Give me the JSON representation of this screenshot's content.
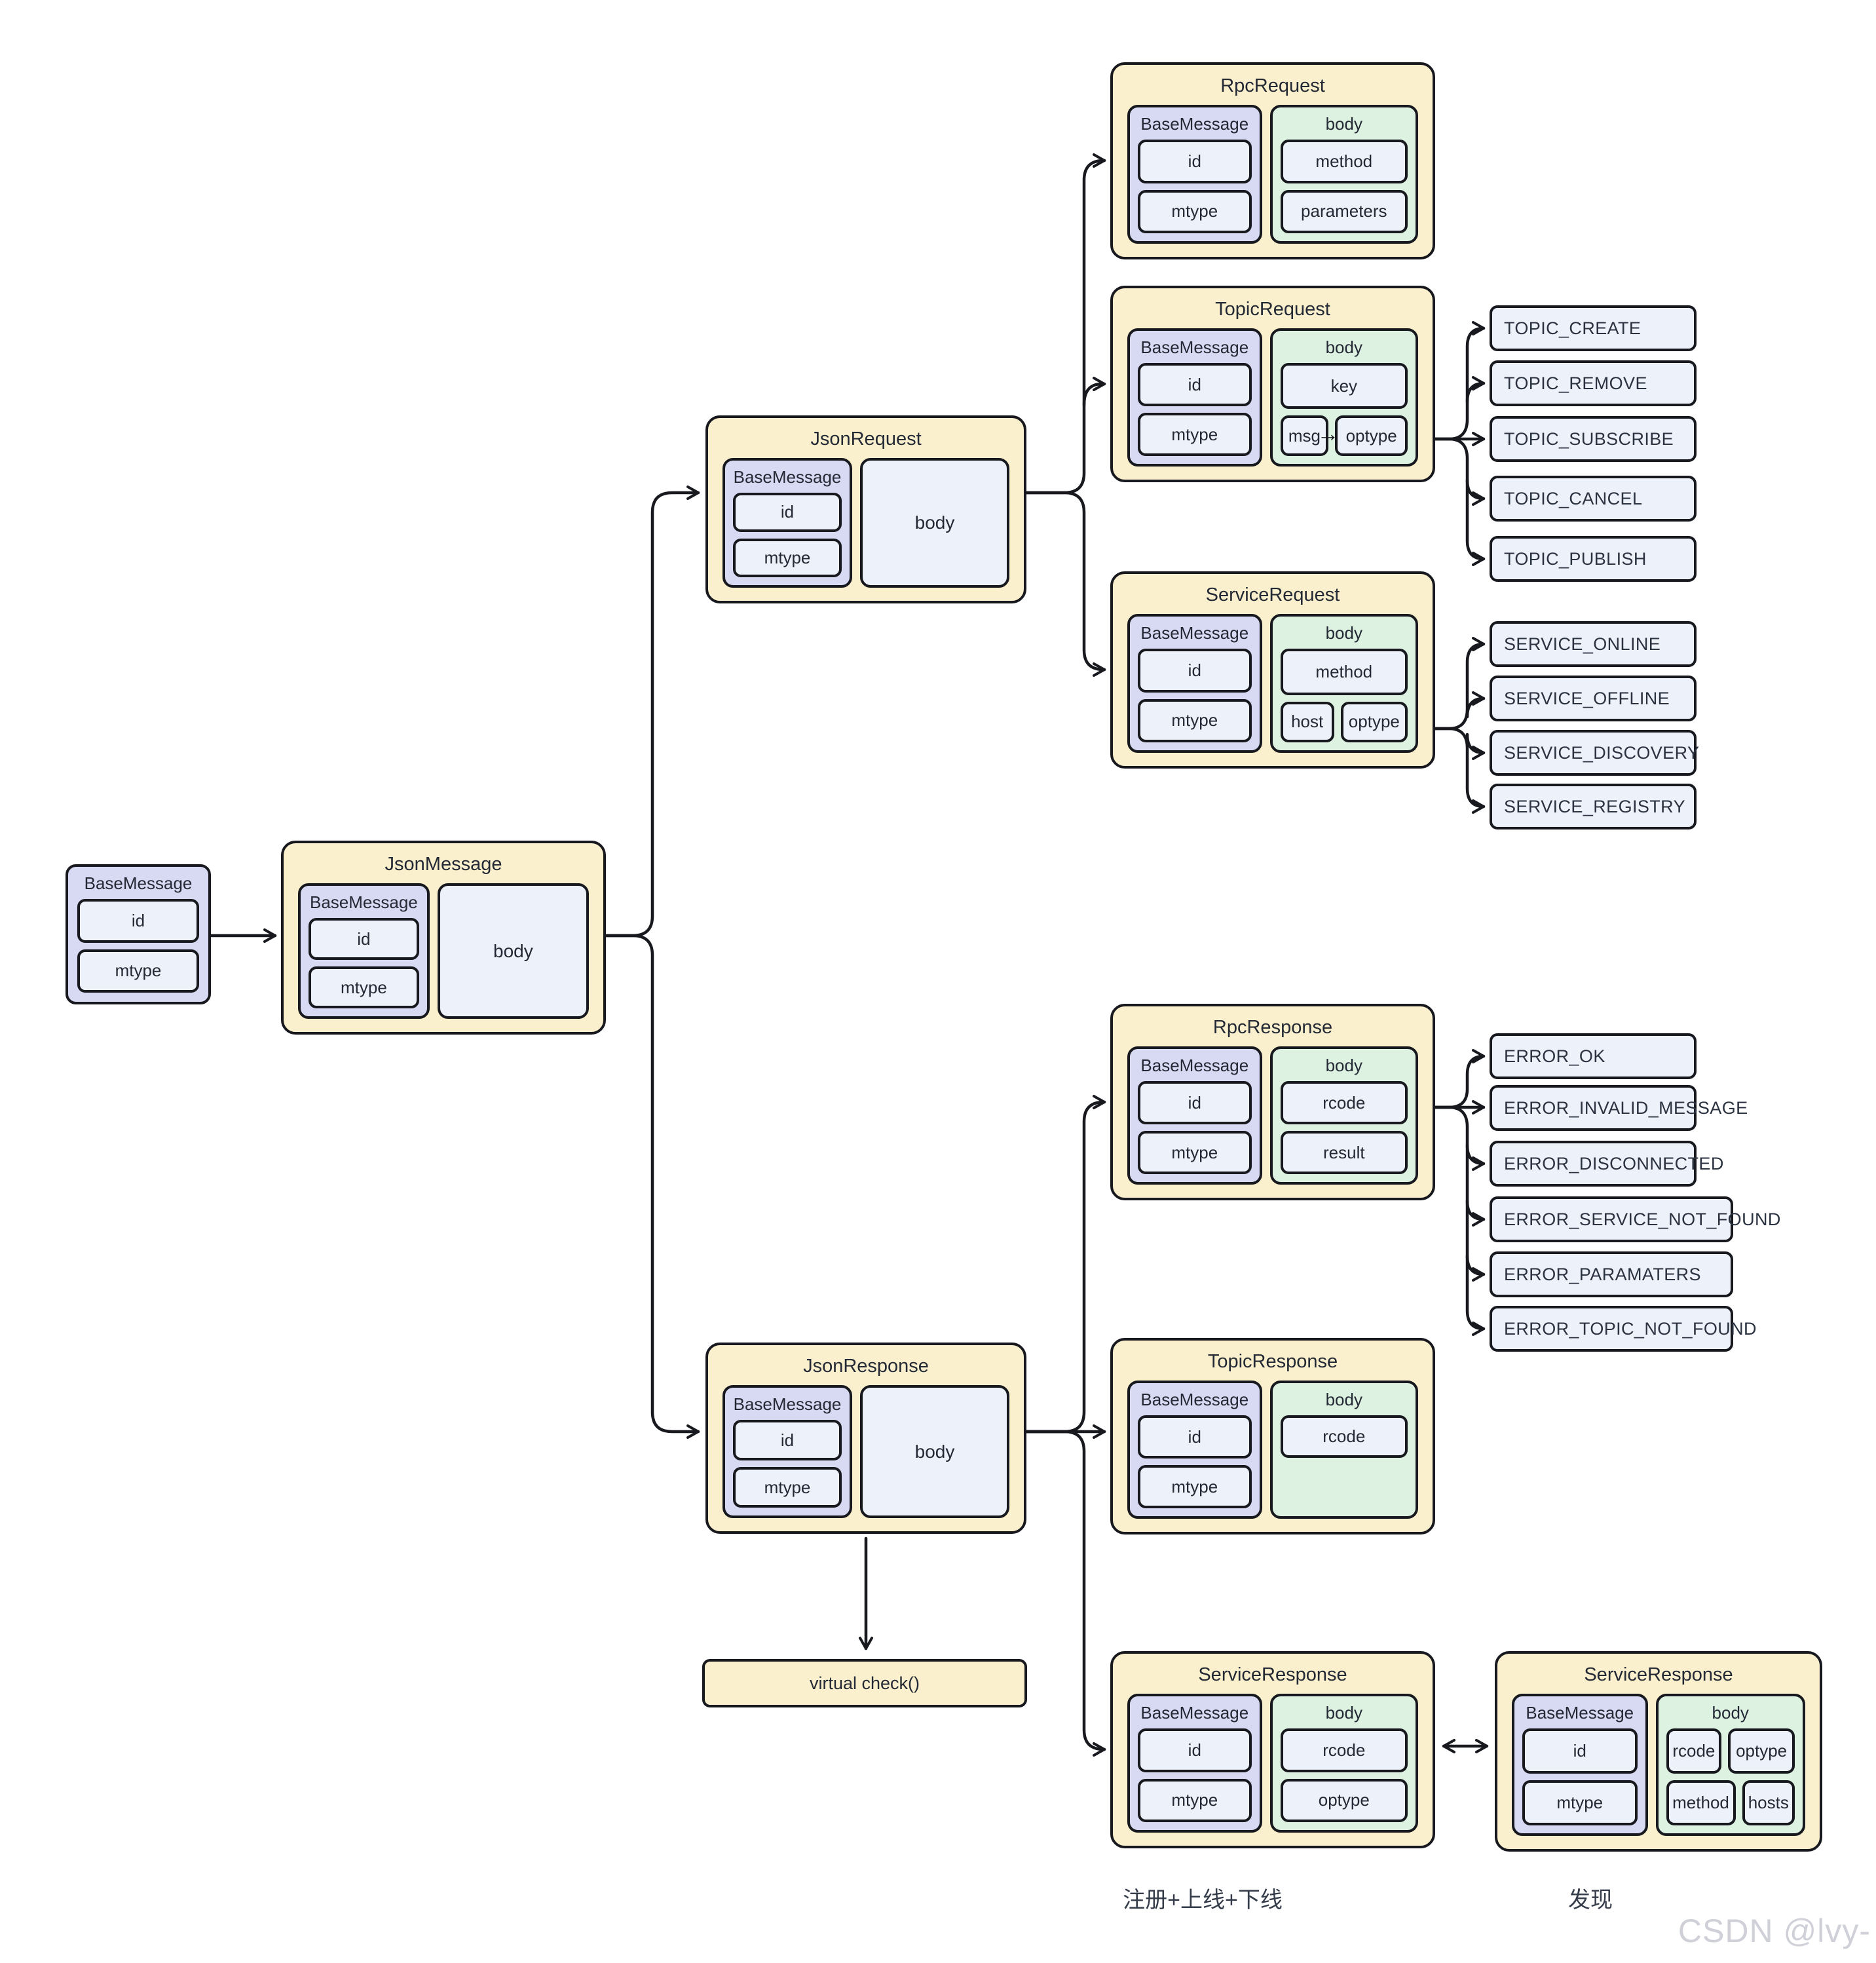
{
  "watermark": "CSDN @lvy-",
  "annotations": {
    "register_label": "注册+上线+下线",
    "discover_label": "发现"
  },
  "virtual_check": {
    "label": "virtual check()"
  },
  "colors": {
    "card_yellow": "#FBF0CD",
    "base_purple": "#D8D9F2",
    "body_green": "#DEF2E2",
    "field_blue": "#ECF1FA",
    "border": "#17191e"
  },
  "cards": {
    "base_message": {
      "title": "BaseMessage",
      "fields": [
        "id",
        "mtype"
      ]
    },
    "json_message": {
      "title": "JsonMessage",
      "base_title": "BaseMessage",
      "base_fields": [
        "id",
        "mtype"
      ],
      "body_label": "body"
    },
    "json_request": {
      "title": "JsonRequest",
      "base_title": "BaseMessage",
      "base_fields": [
        "id",
        "mtype"
      ],
      "body_label": "body"
    },
    "json_response": {
      "title": "JsonResponse",
      "base_title": "BaseMessage",
      "base_fields": [
        "id",
        "mtype"
      ],
      "body_label": "body"
    },
    "rpc_request": {
      "title": "RpcRequest",
      "base_title": "BaseMessage",
      "base_fields": [
        "id",
        "mtype"
      ],
      "body_title": "body",
      "body_fields": [
        "method",
        "parameters"
      ]
    },
    "topic_request": {
      "title": "TopicRequest",
      "base_title": "BaseMessage",
      "base_fields": [
        "id",
        "mtype"
      ],
      "body_title": "body",
      "key_field": "key",
      "msg_field": "msg",
      "optype_field": "optype",
      "inner_arrow": "→"
    },
    "service_request": {
      "title": "ServiceRequest",
      "base_title": "BaseMessage",
      "base_fields": [
        "id",
        "mtype"
      ],
      "body_title": "body",
      "method_field": "method",
      "host_field": "host",
      "optype_field": "optype"
    },
    "rpc_response": {
      "title": "RpcResponse",
      "base_title": "BaseMessage",
      "base_fields": [
        "id",
        "mtype"
      ],
      "body_title": "body",
      "body_fields": [
        "rcode",
        "result"
      ]
    },
    "topic_response": {
      "title": "TopicResponse",
      "base_title": "BaseMessage",
      "base_fields": [
        "id",
        "mtype"
      ],
      "body_title": "body",
      "body_fields": [
        "rcode"
      ]
    },
    "service_response_local": {
      "title": "ServiceResponse",
      "base_title": "BaseMessage",
      "base_fields": [
        "id",
        "mtype"
      ],
      "body_title": "body",
      "body_fields": [
        "rcode",
        "optype"
      ]
    },
    "service_response_remote": {
      "title": "ServiceResponse",
      "base_title": "BaseMessage",
      "base_fields": [
        "id",
        "mtype"
      ],
      "body_title": "body",
      "grid_fields": [
        "rcode",
        "optype",
        "method",
        "hosts"
      ]
    }
  },
  "enums": {
    "topic": [
      "TOPIC_CREATE",
      "TOPIC_REMOVE",
      "TOPIC_SUBSCRIBE",
      "TOPIC_CANCEL",
      "TOPIC_PUBLISH"
    ],
    "service": [
      "SERVICE_ONLINE",
      "SERVICE_OFFLINE",
      "SERVICE_DISCOVERY",
      "SERVICE_REGISTRY"
    ],
    "error": [
      "ERROR_OK",
      "ERROR_INVALID_MESSAGE",
      "ERROR_DISCONNECTED",
      "ERROR_SERVICE_NOT_FOUND",
      "ERROR_PARAMATERS",
      "ERROR_TOPIC_NOT_FOUND"
    ]
  }
}
